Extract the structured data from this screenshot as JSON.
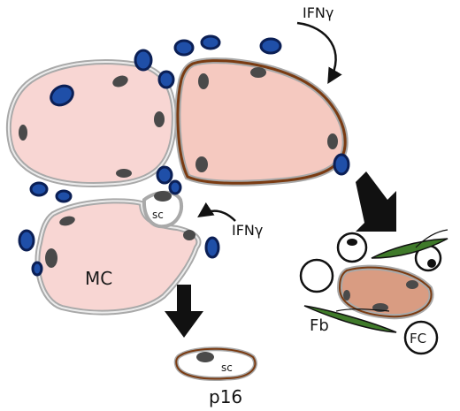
{
  "labels": {
    "ifng_top": "IFNγ",
    "ifng_mid": "IFNγ",
    "mc": "MC",
    "sc_main": "sc",
    "sc_small": "sc",
    "fb": "Fb",
    "fc": "FC",
    "p16": "p16"
  },
  "colors": {
    "fiber_fill": "#f8d6d3",
    "fiber_outline": "#a9a9a9",
    "damaged_fill": "#f5c9c0",
    "damaged_outline": "#7a3b12",
    "nucleus": "#4a4a4a",
    "immune_cell": "#1f4fa8",
    "immune_ring": "#0b1f55",
    "fibrotic_fill": "#d99c82",
    "fibroblast": "#3f7a2a",
    "arrow": "#111111"
  }
}
